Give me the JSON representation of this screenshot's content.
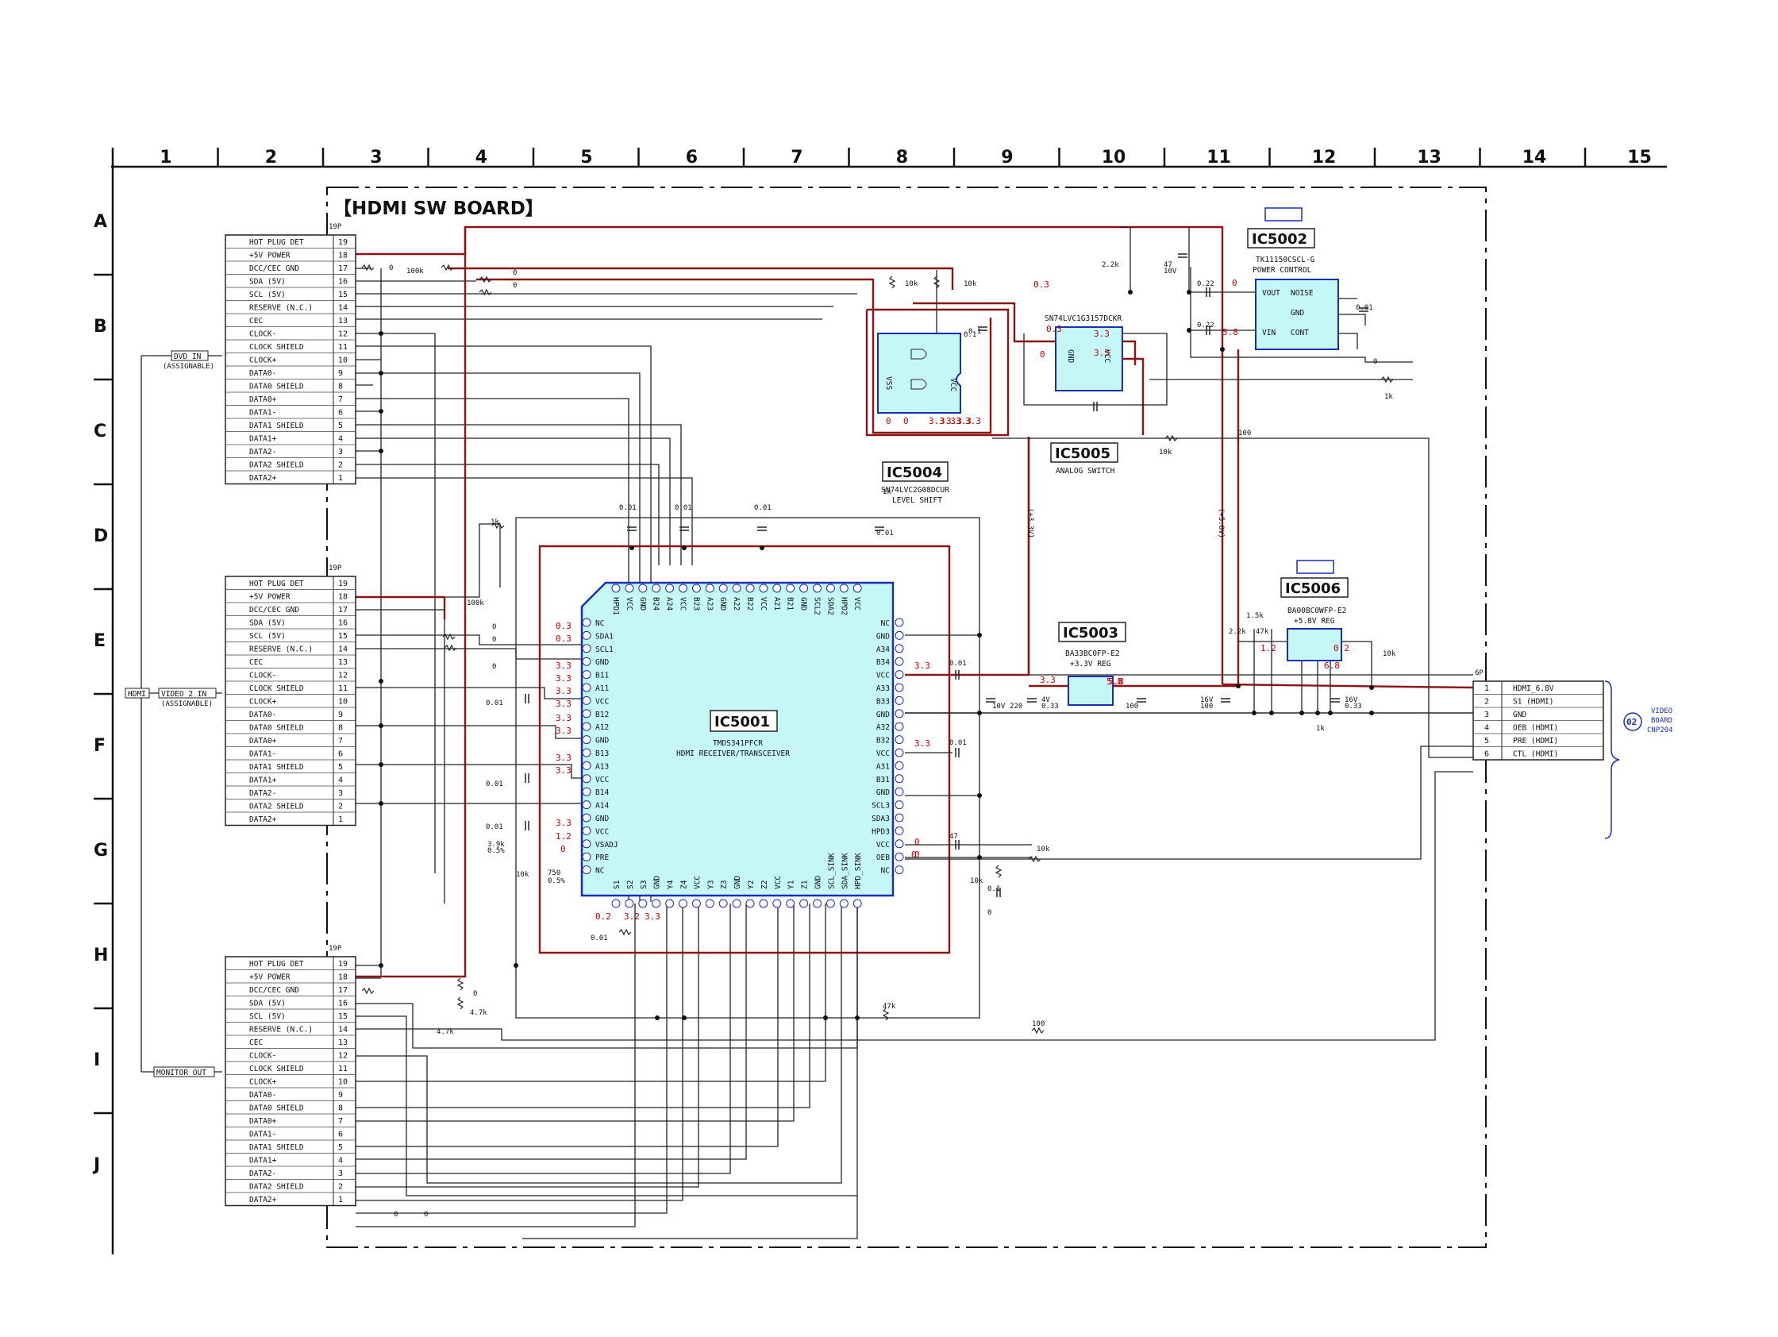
{
  "board_title": "【HDMI SW BOARD】",
  "ruler_numbers": [
    "1",
    "2",
    "3",
    "4",
    "5",
    "6",
    "7",
    "8",
    "9",
    "10",
    "11",
    "12",
    "13",
    "14",
    "15"
  ],
  "row_letters": [
    "A",
    "B",
    "C",
    "D",
    "E",
    "F",
    "G",
    "H",
    "I",
    "J"
  ],
  "connector_pin_count": "19P",
  "hdmi_pins": [
    {
      "label": "HOT PLUG DET",
      "pin": "19"
    },
    {
      "label": "+5V POWER",
      "pin": "18"
    },
    {
      "label": "DCC/CEC GND",
      "pin": "17"
    },
    {
      "label": "SDA (5V)",
      "pin": "16"
    },
    {
      "label": "SCL (5V)",
      "pin": "15"
    },
    {
      "label": "RESERVE (N.C.)",
      "pin": "14"
    },
    {
      "label": "CEC",
      "pin": "13"
    },
    {
      "label": "CLOCK-",
      "pin": "12"
    },
    {
      "label": "CLOCK SHIELD",
      "pin": "11"
    },
    {
      "label": "CLOCK+",
      "pin": "10"
    },
    {
      "label": "DATA0-",
      "pin": "9"
    },
    {
      "label": "DATA0 SHIELD",
      "pin": "8"
    },
    {
      "label": "DATA0+",
      "pin": "7"
    },
    {
      "label": "DATA1-",
      "pin": "6"
    },
    {
      "label": "DATA1 SHIELD",
      "pin": "5"
    },
    {
      "label": "DATA1+",
      "pin": "4"
    },
    {
      "label": "DATA2-",
      "pin": "3"
    },
    {
      "label": "DATA2 SHIELD",
      "pin": "2"
    },
    {
      "label": "DATA2+",
      "pin": "1"
    }
  ],
  "inputs": {
    "dvd_in": "DVD IN",
    "dvd_assign": "(ASSIGNABLE)",
    "hdmi": "HDMI",
    "video2_in": "VIDEO 2 IN",
    "video2_assign": "(ASSIGNABLE)",
    "monitor_out": "MONITOR OUT"
  },
  "ic5001": {
    "ref": "IC5001",
    "part": "TMDS341PFCR",
    "desc": "HDMI RECEIVER/TRANSCEIVER",
    "left_pins": [
      "NC",
      "SDA1",
      "SCL1",
      "GND",
      "B11",
      "A11",
      "VCC",
      "B12",
      "A12",
      "GND",
      "B13",
      "A13",
      "VCC",
      "B14",
      "A14",
      "GND",
      "VCC",
      "VSADJ",
      "PRE",
      "NC"
    ],
    "right_pins": [
      "NC",
      "GND",
      "A34",
      "B34",
      "VCC",
      "A33",
      "B33",
      "GND",
      "A32",
      "B32",
      "VCC",
      "A31",
      "B31",
      "GND",
      "SCL3",
      "SDA3",
      "HPD3",
      "VCC",
      "OEB",
      "NC"
    ],
    "top_pins": [
      "HPD1",
      "VCC",
      "GND",
      "B24",
      "A24",
      "VCC",
      "B23",
      "A23",
      "GND",
      "A22",
      "B22",
      "VCC",
      "A21",
      "B21",
      "GND",
      "SCL2",
      "SDA2",
      "HPD2",
      "VCC"
    ],
    "bottom_pins": [
      "S1",
      "S2",
      "S3",
      "GND",
      "Y4",
      "Z4",
      "VCC",
      "Y3",
      "Z3",
      "GND",
      "Y2",
      "Z2",
      "VCC",
      "Y1",
      "Z1",
      "GND",
      "SCL_SINK",
      "SDA_SINK",
      "HPD_SINK"
    ]
  },
  "ic5002": {
    "ref": "IC5002",
    "part": "TK11150CSCL-G",
    "desc": "POWER CONTROL",
    "pins": [
      "VOUT",
      "NOISE",
      "GND",
      "VIN",
      "CONT"
    ]
  },
  "ic5003": {
    "ref": "IC5003",
    "part": "BA33BC0FP-E2",
    "desc": "+3.3V REG"
  },
  "ic5004": {
    "ref": "IC5004",
    "part": "SN74LVC2G08DCUR",
    "desc": "LEVEL SHIFT",
    "pins": [
      "VSS",
      "VCC"
    ]
  },
  "ic5005": {
    "ref": "IC5005",
    "part": "SN74LVC1G3157DCKR",
    "desc": "ANALOG SWITCH",
    "pins": [
      "GND",
      "VCC"
    ]
  },
  "ic5006": {
    "ref": "IC5006",
    "part": "BA00BC0WFP-E2",
    "desc": "+5.8V REG"
  },
  "out_connector": {
    "count": "6P",
    "pins": [
      {
        "pin": "1",
        "label": "HDMI_6.8V"
      },
      {
        "pin": "2",
        "label": "S1 (HDMI)"
      },
      {
        "pin": "3",
        "label": "GND"
      },
      {
        "pin": "4",
        "label": "OEB (HDMI)"
      },
      {
        "pin": "5",
        "label": "PRE (HDMI)"
      },
      {
        "pin": "6",
        "label": "CTL (HDMI)"
      }
    ],
    "dest_num": "02",
    "dest_line1": "VIDEO",
    "dest_line2": "BOARD",
    "dest_line3": "CNP204"
  },
  "rail_labels": [
    "(+3.3V)",
    "(+5.8V)"
  ],
  "component_values": [
    "0",
    "100k",
    "0",
    "0",
    "10k",
    "10k",
    "0.1",
    "2.2k",
    "47",
    "10V",
    "0.22",
    "0.22",
    "0.01",
    "0",
    "1k",
    "100",
    "10k",
    "0.1",
    "1k",
    "0.01",
    "0.01",
    "0.01",
    "0.01",
    "1k",
    "100k",
    "0",
    "0",
    "0",
    "0.01",
    "0.01",
    "0.01",
    "3.9k",
    "0.5%",
    "10k",
    "750",
    "0.5%",
    "0.01",
    "0.01",
    "0.01",
    "47",
    "10V",
    "220",
    "4V",
    "0.33",
    "100",
    "16V",
    "100",
    "16V",
    "0.33",
    "1k",
    "1.5k",
    "2.2k",
    "47k",
    "10k",
    "0.1",
    "0",
    "10k",
    "10k",
    "47k",
    "100",
    "0",
    "4.7k",
    "4.7k",
    "0",
    "0"
  ],
  "voltage_values": [
    "0.3",
    "0.3",
    "3.3",
    "3.3",
    "3.3",
    "3.3",
    "3.3",
    "3.3",
    "3.3",
    "3.3",
    "3.3",
    "1.2",
    "0",
    "0",
    "0",
    "0.3",
    "0.3",
    "5.8",
    "0",
    "0",
    "3.3",
    "3.3",
    "3.3",
    "3.3",
    "0",
    "0",
    "3.3",
    "3.3",
    "0",
    "5.8",
    "3.3",
    "5.8",
    "1.2",
    "0.2",
    "6.8",
    "3.3",
    "3.3",
    "3.3",
    "0.2",
    "3.2",
    "3.3"
  ],
  "colors": {
    "power_trace": "#8b1414",
    "ic_fill": "#c6f7f7",
    "ic_border": "#1a2fb0",
    "voltage": "#c00000",
    "dest": "#1a2fb0"
  }
}
